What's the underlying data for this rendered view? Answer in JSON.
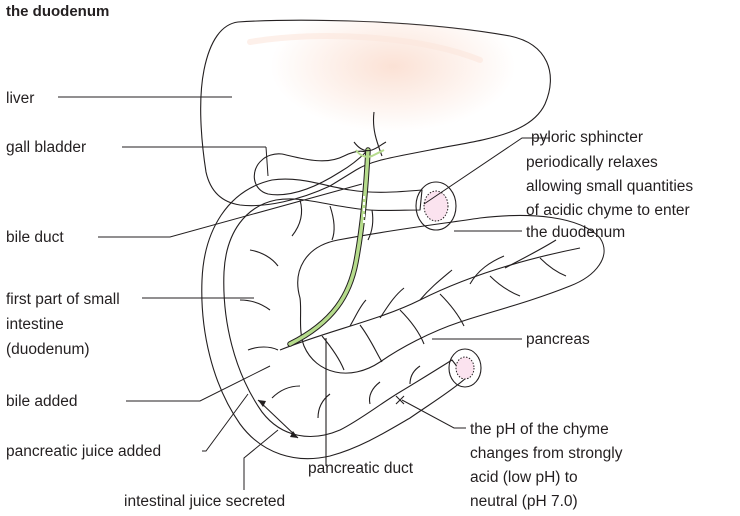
{
  "title_partial": "the duodenum",
  "labels": {
    "liver": "liver",
    "gall_bladder": "gall bladder",
    "bile_duct": "bile duct",
    "first_part": [
      "first part of small",
      "intestine",
      "(duodenum)"
    ],
    "bile_added": "bile added",
    "pancreatic_juice": "pancreatic juice added",
    "intestinal_juice": "intestinal juice secreted",
    "pancreatic_duct": "pancreatic duct",
    "pancreas": "pancreas",
    "pyloric": [
      "pyloric sphincter",
      "periodically relaxes",
      "allowing small quantities",
      "of acidic chyme to enter",
      "the duodenum"
    ],
    "ph": [
      "the pH of the chyme",
      "changes from strongly",
      "acid (low pH) to",
      "neutral (pH 7.0)"
    ]
  },
  "colors": {
    "liver": "#e8997a",
    "liver_highlight": "#f6c7b3",
    "gall_bladder": "#c8e6a0",
    "duct": "#b6dc8c",
    "intestine": "#f4bedd",
    "intestine_light": "#fbe3ef",
    "pancreas": "#dcd6ec",
    "pancreas_light": "#f0ecf6",
    "line": "#231f20"
  }
}
